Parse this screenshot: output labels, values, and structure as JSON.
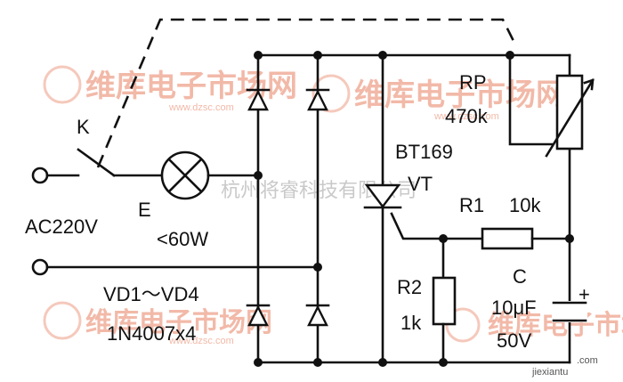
{
  "diagram": {
    "labels": {
      "switch": "K",
      "lamp": "E",
      "lamp_rating": "<60W",
      "source": "AC220V",
      "rectifier": "VD1～VD4",
      "rectifier_part": "1N4007x4",
      "triac": "BT169",
      "triac_ref": "VT",
      "pot": "RP",
      "pot_value": "470k",
      "r1": "R1",
      "r1_value": "10k",
      "r2": "R2",
      "r2_value": "1k",
      "cap": "C",
      "cap_value": "10μF",
      "cap_voltage": "50V",
      "cap_plus": "+"
    }
  },
  "watermark": {
    "brand": "维库电子市场网",
    "url": "www.dzsc.com",
    "company": "杭州将睿科技有限公司",
    "footer_site": "jiexiantu",
    "footer_com": ".com"
  },
  "colors": {
    "ink": "#111111",
    "watermark": "#f2b9a8"
  }
}
